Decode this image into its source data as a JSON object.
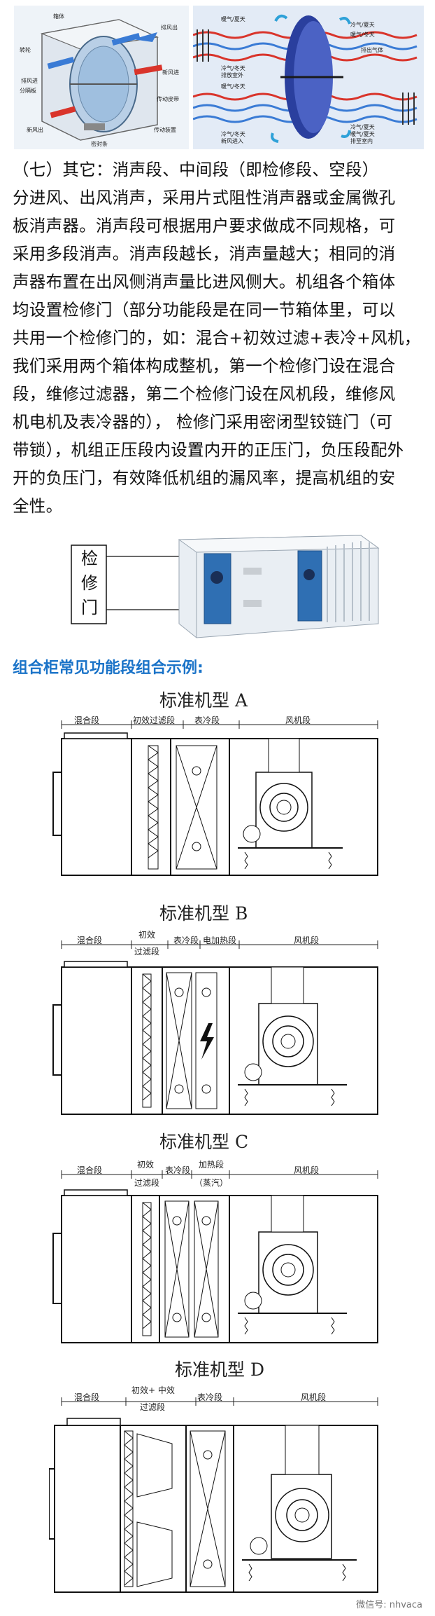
{
  "wheel_diagram": {
    "labels": [
      "箱体",
      "转轮",
      "排风出",
      "排风进",
      "分隔板",
      "新风进",
      "新风出",
      "传动皮带",
      "传动装置",
      "密封条"
    ]
  },
  "flow_diagram": {
    "labels": [
      "暖气/夏天",
      "冷气/夏天",
      "冷气/冬天",
      "排放室外",
      "排出气体",
      "暖气/冬天",
      "冷气/冬天",
      "新风进入",
      "暖气/冬天",
      "冷气/夏天",
      "暖气/夏天",
      "排至室内"
    ]
  },
  "section_heading": "（七）其它：消声段、中间段（即检修段、空段）",
  "paragraph_lines": [
    "分进风、出风消声，采用片式阻性消声器或金属微孔",
    "板消声器。消声段可根据用户要求做成不同规格，可",
    "采用多段消声。消声段越长，消声量越大；相同的消",
    "声器布置在出风侧消声量比进风侧大。机组各个箱体",
    "均设置检修门（部分功能段是在同一节箱体里，可以",
    "共用一个检修门的，如：混合+初效过滤+表冷+风机，",
    "我们采用两个箱体构成整机，第一个检修门设在混合",
    "段，维修过滤器，第二个检修门设在风机段，维修风",
    "机电机及表冷器的）， 检修门采用密闭型铰链门（可",
    "带锁），机组正压段内设置内开的正压门，负压段配外",
    "开的负压门，有效降低机组的漏风率，提高机组的安",
    "全性。"
  ],
  "door_callout": [
    "检",
    "修",
    "门"
  ],
  "combo_heading": "组合柜常见功能段组合示例:",
  "models": [
    {
      "title": "标准机型 A",
      "segments": [
        "混合段",
        "初效过滤段",
        "表冷段",
        "风机段"
      ]
    },
    {
      "title": "标准机型 B",
      "segments": [
        "混合段",
        "初效",
        "过滤段",
        "表冷段",
        "电加热段",
        "风机段"
      ]
    },
    {
      "title": "标准机型 C",
      "segments": [
        "混合段",
        "初效",
        "过滤段",
        "表冷段",
        "加热段",
        "（蒸汽）",
        "风机段"
      ]
    },
    {
      "title": "标准机型 D",
      "segments": [
        "混合段",
        "初效+ 中效",
        "过滤段",
        "表冷段",
        "风机段"
      ]
    }
  ],
  "watermark": "微信号: nhvaca",
  "colors": {
    "heading_blue": "#1a73c8",
    "unit_blue": "#2f6fb3",
    "fan_blue": "#2a3f9e",
    "arrow_red": "#d9342b"
  }
}
